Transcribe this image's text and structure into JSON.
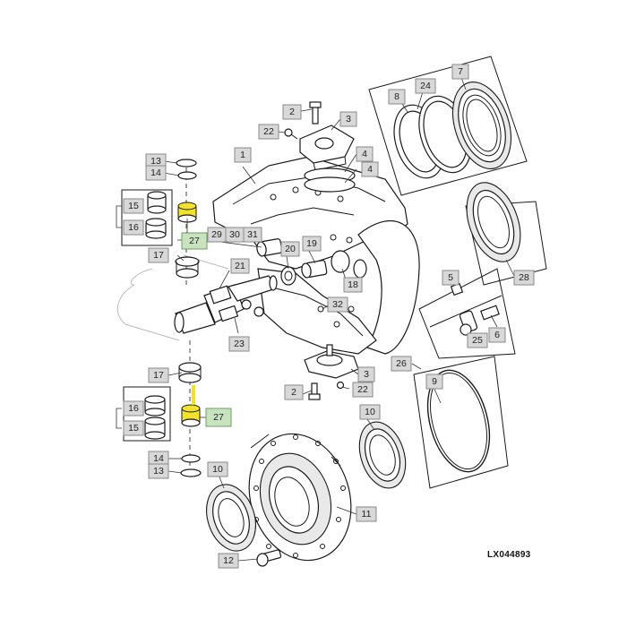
{
  "diagram": {
    "reference_code": "LX044893",
    "highlight_color": "#f3e22a",
    "callouts": [
      {
        "id": "c7",
        "label": "7"
      },
      {
        "id": "c24",
        "label": "24"
      },
      {
        "id": "c8",
        "label": "8"
      },
      {
        "id": "c2a",
        "label": "2"
      },
      {
        "id": "c22a",
        "label": "22"
      },
      {
        "id": "c3a",
        "label": "3"
      },
      {
        "id": "c13a",
        "label": "13"
      },
      {
        "id": "c14a",
        "label": "14"
      },
      {
        "id": "c1",
        "label": "1"
      },
      {
        "id": "c4a",
        "label": "4"
      },
      {
        "id": "c4b",
        "label": "4"
      },
      {
        "id": "c15a",
        "label": "15"
      },
      {
        "id": "c16a",
        "label": "16"
      },
      {
        "id": "c27a",
        "label": "27"
      },
      {
        "id": "c29",
        "label": "29"
      },
      {
        "id": "c30",
        "label": "30"
      },
      {
        "id": "c31",
        "label": "31"
      },
      {
        "id": "c20",
        "label": "20"
      },
      {
        "id": "c19",
        "label": "19"
      },
      {
        "id": "c17a",
        "label": "17"
      },
      {
        "id": "c21",
        "label": "21"
      },
      {
        "id": "c18",
        "label": "18"
      },
      {
        "id": "c28",
        "label": "28"
      },
      {
        "id": "c5",
        "label": "5"
      },
      {
        "id": "c32",
        "label": "32"
      },
      {
        "id": "c23",
        "label": "23"
      },
      {
        "id": "c25",
        "label": "25"
      },
      {
        "id": "c6",
        "label": "6"
      },
      {
        "id": "c26",
        "label": "26"
      },
      {
        "id": "c3b",
        "label": "3"
      },
      {
        "id": "c17b",
        "label": "17"
      },
      {
        "id": "c9",
        "label": "9"
      },
      {
        "id": "c2b",
        "label": "2"
      },
      {
        "id": "c22b",
        "label": "22"
      },
      {
        "id": "c16b",
        "label": "16"
      },
      {
        "id": "c27b",
        "label": "27"
      },
      {
        "id": "c15b",
        "label": "15"
      },
      {
        "id": "c10a",
        "label": "10"
      },
      {
        "id": "c14b",
        "label": "14"
      },
      {
        "id": "c13b",
        "label": "13"
      },
      {
        "id": "c10b",
        "label": "10"
      },
      {
        "id": "c11",
        "label": "11"
      },
      {
        "id": "c12",
        "label": "12"
      }
    ]
  }
}
